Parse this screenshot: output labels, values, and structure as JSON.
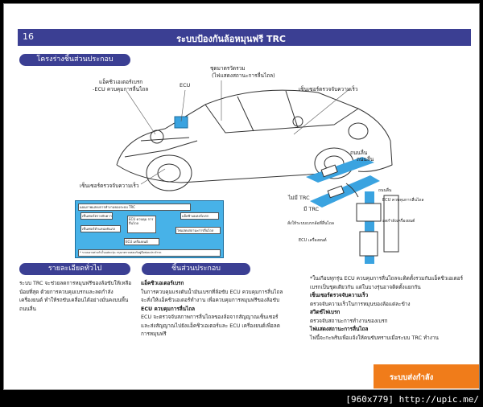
{
  "header": {
    "page_number": "16",
    "title": "ระบบป้องกันล้อหมุนฟรี TRC"
  },
  "sections": {
    "parts": "โครงร่างชิ้นส่วนประกอบ",
    "overview": "รายละเอียดทั่วไป",
    "function": "ชิ้นส่วนประกอบ"
  },
  "diagram_labels": {
    "actuator_1": "แอ็คชิวเอเตอร์เบรก",
    "actuator_2": "-ECU ควบคุมการลื่นไถล",
    "ecu": "ECU",
    "meter_1": "ชุดมาตรวัดรวม",
    "meter_2": "(ไฟแสดงสถานะการลื่นไถล)",
    "sensor_rear": "เซ็นเซอร์ตรวจจับความเร็ว",
    "sensor_front": "เซ็นเซอร์ตรวจจับความเร็ว",
    "slip_1": "ถนนลื่น",
    "slip_2": "ถนนลื่น",
    "no_trc": "ไม่มี TRC",
    "with_trc": "มี TRC",
    "r1": "ถนนลื่น",
    "r2": "ECU ควบคุมการลื่นไถล",
    "r3": "สั่งให้ระบบเบรกล้อที่ลื่นไถล",
    "r4": "ECU เครื่องยนต์",
    "r5": "ลดกำลังเครื่องยนต์"
  },
  "flow": {
    "title": "แผนภาพแสดงการทำงานของระบบ TRC",
    "box1": "เซ็นเซอร์ตรวจจับความเร็ว",
    "box2": "ECU ควบคุม การลื่นไถล",
    "box3": "แอ็คชิวเอเตอร์เบรก",
    "box4": "เซ็นเซอร์ตำแหน่งคันเร่ง",
    "box5": "ECU เครื่องยนต์",
    "box6": "ไฟแสดงสถานะการลื่นไถล",
    "note": "* ระบบอาจต่างกันในแต่ละรุ่น กรุณาตรวจสอบกับคู่มือซ่อมประจำรถ"
  },
  "overview_text": "ระบบ TRC จะช่วยลดการหมุนฟรีของล้อขับให้เหลือน้อยที่สุด ด้วยการควบคุมเบรกและลดกำลังเครื่องยนต์ ทำให้รถขับเคลื่อนได้อย่างมั่นคงบนพื้นถนนลื่น",
  "function_text": {
    "h1": "แอ็คชิวเอเตอร์เบรก",
    "p1": "ในการควบคุมแรงดันน้ำมันเบรกที่ล้อขับ ECU ควบคุมการลื่นไถลจะสั่งให้แอ็คชิวเอเตอร์ทำงาน เพื่อควบคุมการหมุนฟรีของล้อขับ",
    "h2": "ECU ควบคุมการลื่นไถล",
    "p2": "ECU จะตรวจจับสภาพการลื่นไถลของล้อจากสัญญาณเซ็นเซอร์ และส่งสัญญาณไปยังแอ็คชิวเอเตอร์และ ECU เครื่องยนต์เพื่อลดการหมุนฟรี"
  },
  "right_text": {
    "note": "*ในเกือบทุกรุ่น ECU ควบคุมการลื่นไถลจะติดตั้งรวมกับแอ็คชิวเอเตอร์เบรกเป็นชุดเดียวกัน แต่ในบางรุ่นอาจติดตั้งแยกกัน",
    "h1": "เซ็นเซอร์ตรวจจับความเร็ว",
    "p1": "ตรวจจับความเร็วในการหมุนของล้อแต่ละข้าง",
    "h2": "สวิตช์ไฟเบรก",
    "p2": "ตรวจจับสถานะการทำงานของเบรก",
    "h3": "ไฟแสดงสถานะการลื่นไถล",
    "p3": "ไฟนี้จะกะพริบเพื่อแจ้งให้คนขับทราบเมื่อระบบ TRC ทำงาน"
  },
  "orange_box": "ระบบส่งกำลัง",
  "footer": "[960x779] http://upic.me/"
}
